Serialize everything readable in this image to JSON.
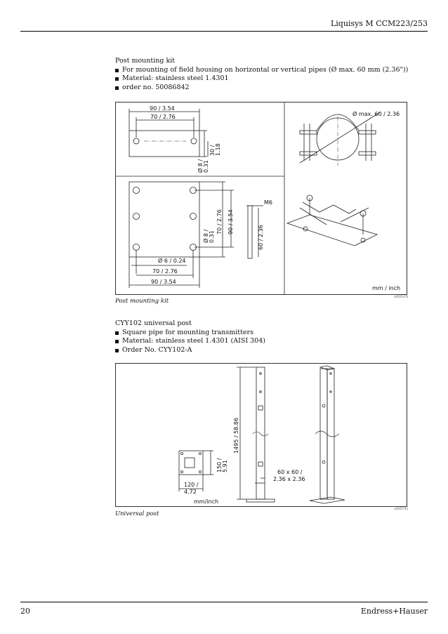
{
  "header": {
    "title": "Liquisys M CCM223/253"
  },
  "section1": {
    "title": "Post mounting kit",
    "bullets": [
      "For mounting of field housing on horizontal or vertical pipes (Ø max. 60 mm (2.36\"))",
      "Material: stainless steel 1.4301",
      "order no. 50086842"
    ],
    "figure": {
      "dim_90_top": "90 / 3.54",
      "dim_70_top": "70 / 2.76",
      "dim_30": "30 /",
      "dim_118": "1.18",
      "dim_d8": "Ø 8 /",
      "dim_031": "0.31",
      "pipe_max": "Ø max. 60 / 2.36",
      "dim_70_vert": "70 / 2.76",
      "dim_90_vert": "90 / 3.54",
      "dim_d8b": "Ø 8 /",
      "dim_031b": "0.31",
      "m6": "M6",
      "dim_60": "60 / 2.36",
      "dim_d6": "Ø 6 / 0.24",
      "dim_70_bot": "70 / 2.76",
      "dim_90_bot": "90 / 3.54",
      "units": "mm / inch",
      "code": "a0005470"
    },
    "caption": "Post mounting kit"
  },
  "section2": {
    "title": "CYY102 universal post",
    "bullets": [
      "Square pipe for mounting transmitters",
      "Material: stainless steel 1.4301 (AISI 304)",
      "Order No. CYY102-A"
    ],
    "figure": {
      "dim_150": "150 /",
      "dim_591": "5.91",
      "dim_120": "120 /",
      "dim_472": "4.72",
      "dim_1495": "1495 / 58.86",
      "dim_60a": "60 x 60 /",
      "dim_60b": "2.36 x 2.36",
      "units": "mm/inch",
      "code": "a0005742"
    },
    "caption": "Universal post"
  },
  "footer": {
    "page": "20",
    "brand": "Endress+Hauser"
  }
}
